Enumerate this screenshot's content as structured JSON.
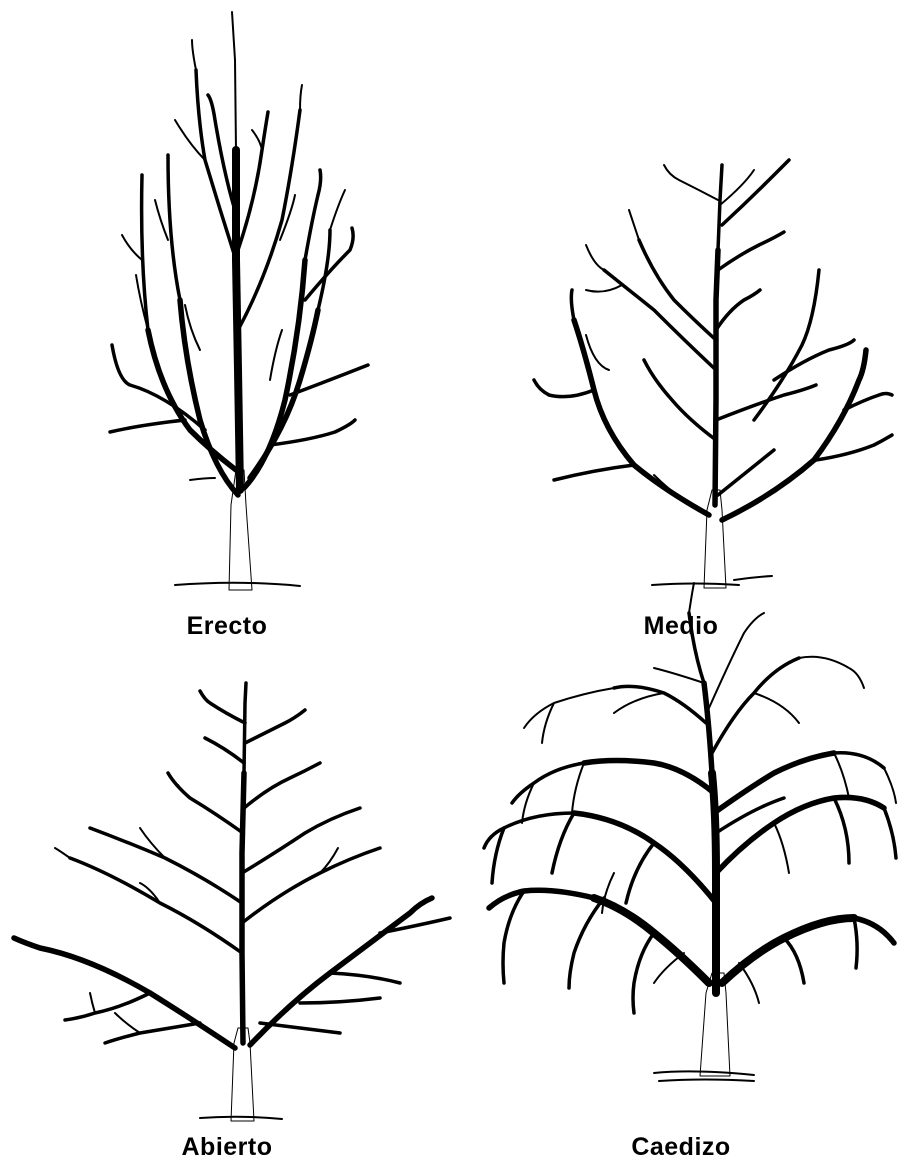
{
  "trees": [
    {
      "key": "erecto",
      "label": "Erecto"
    },
    {
      "key": "medio",
      "label": "Medio"
    },
    {
      "key": "abierto",
      "label": "Abierto"
    },
    {
      "key": "caedizo",
      "label": "Caedizo"
    }
  ],
  "colors": {
    "ink": "#000000",
    "background": "#ffffff"
  }
}
